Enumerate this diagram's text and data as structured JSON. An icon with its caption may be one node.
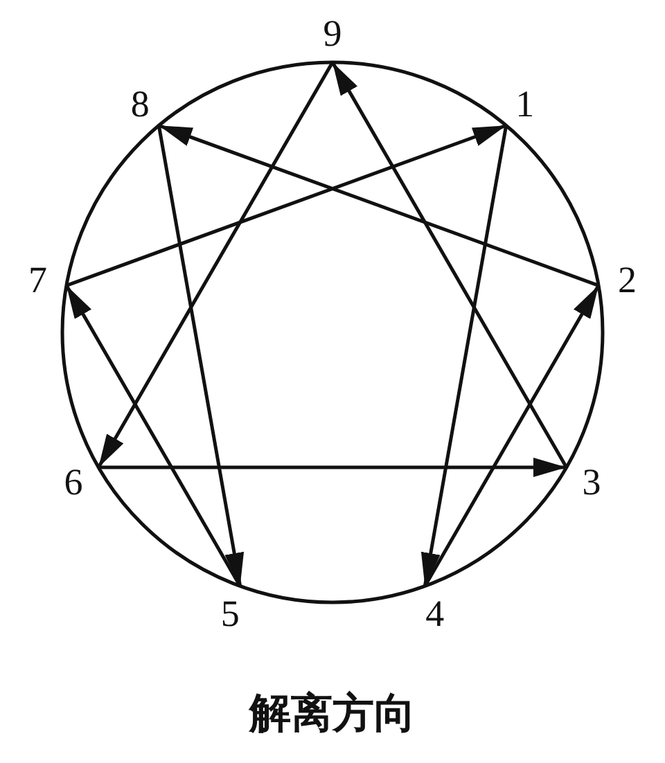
{
  "diagram": {
    "caption": "解离方向",
    "nodes": [
      {
        "text": [
          "9"
        ]
      },
      {
        "text": [
          "1"
        ]
      },
      {
        "text": [
          "2"
        ]
      },
      {
        "text": [
          "3"
        ]
      },
      {
        "text": [
          "4"
        ]
      },
      {
        "text": [
          "5"
        ]
      },
      {
        "text": [
          "6"
        ]
      },
      {
        "text": [
          "7"
        ]
      },
      {
        "text": [
          "8"
        ]
      }
    ],
    "edges": [
      {
        "from": 1,
        "to": 4,
        "arrow": "to"
      },
      {
        "from": 4,
        "to": 2,
        "arrow": "to"
      },
      {
        "from": 2,
        "to": 8,
        "arrow": "to"
      },
      {
        "from": 8,
        "to": 5,
        "arrow": "to"
      },
      {
        "from": 5,
        "to": 7,
        "arrow": "to"
      },
      {
        "from": 7,
        "to": 1,
        "arrow": "to"
      },
      {
        "from": 0,
        "to": 6,
        "arrow": "to"
      },
      {
        "from": 6,
        "to": 3,
        "arrow": "to"
      },
      {
        "from": 3,
        "to": 0,
        "arrow": "to"
      }
    ]
  }
}
